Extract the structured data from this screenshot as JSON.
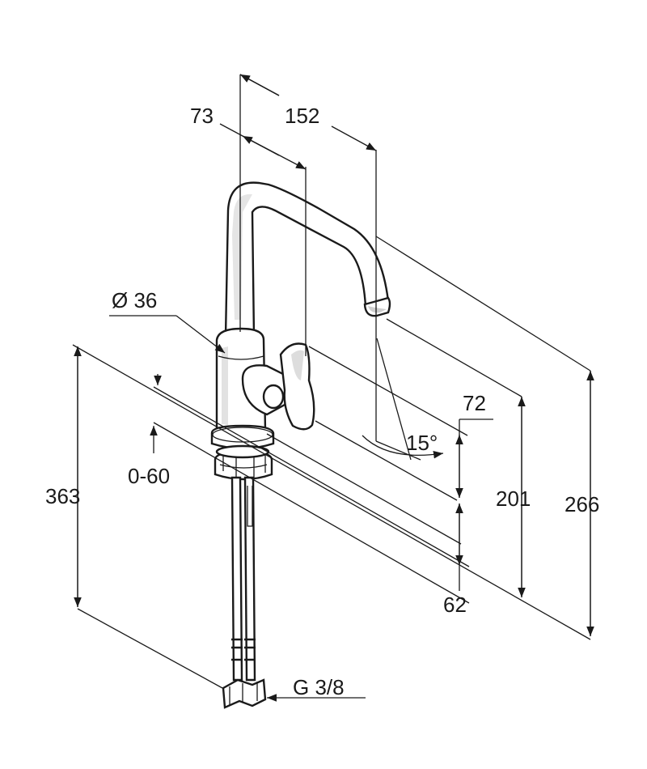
{
  "dimensions": {
    "d73": "73",
    "d152": "152",
    "diameter": "Ø 36",
    "adjust": "0-60",
    "d363": "363",
    "d72": "72",
    "angle": "15°",
    "d201": "201",
    "d266": "266",
    "d62": "62",
    "thread": "G 3/8"
  }
}
